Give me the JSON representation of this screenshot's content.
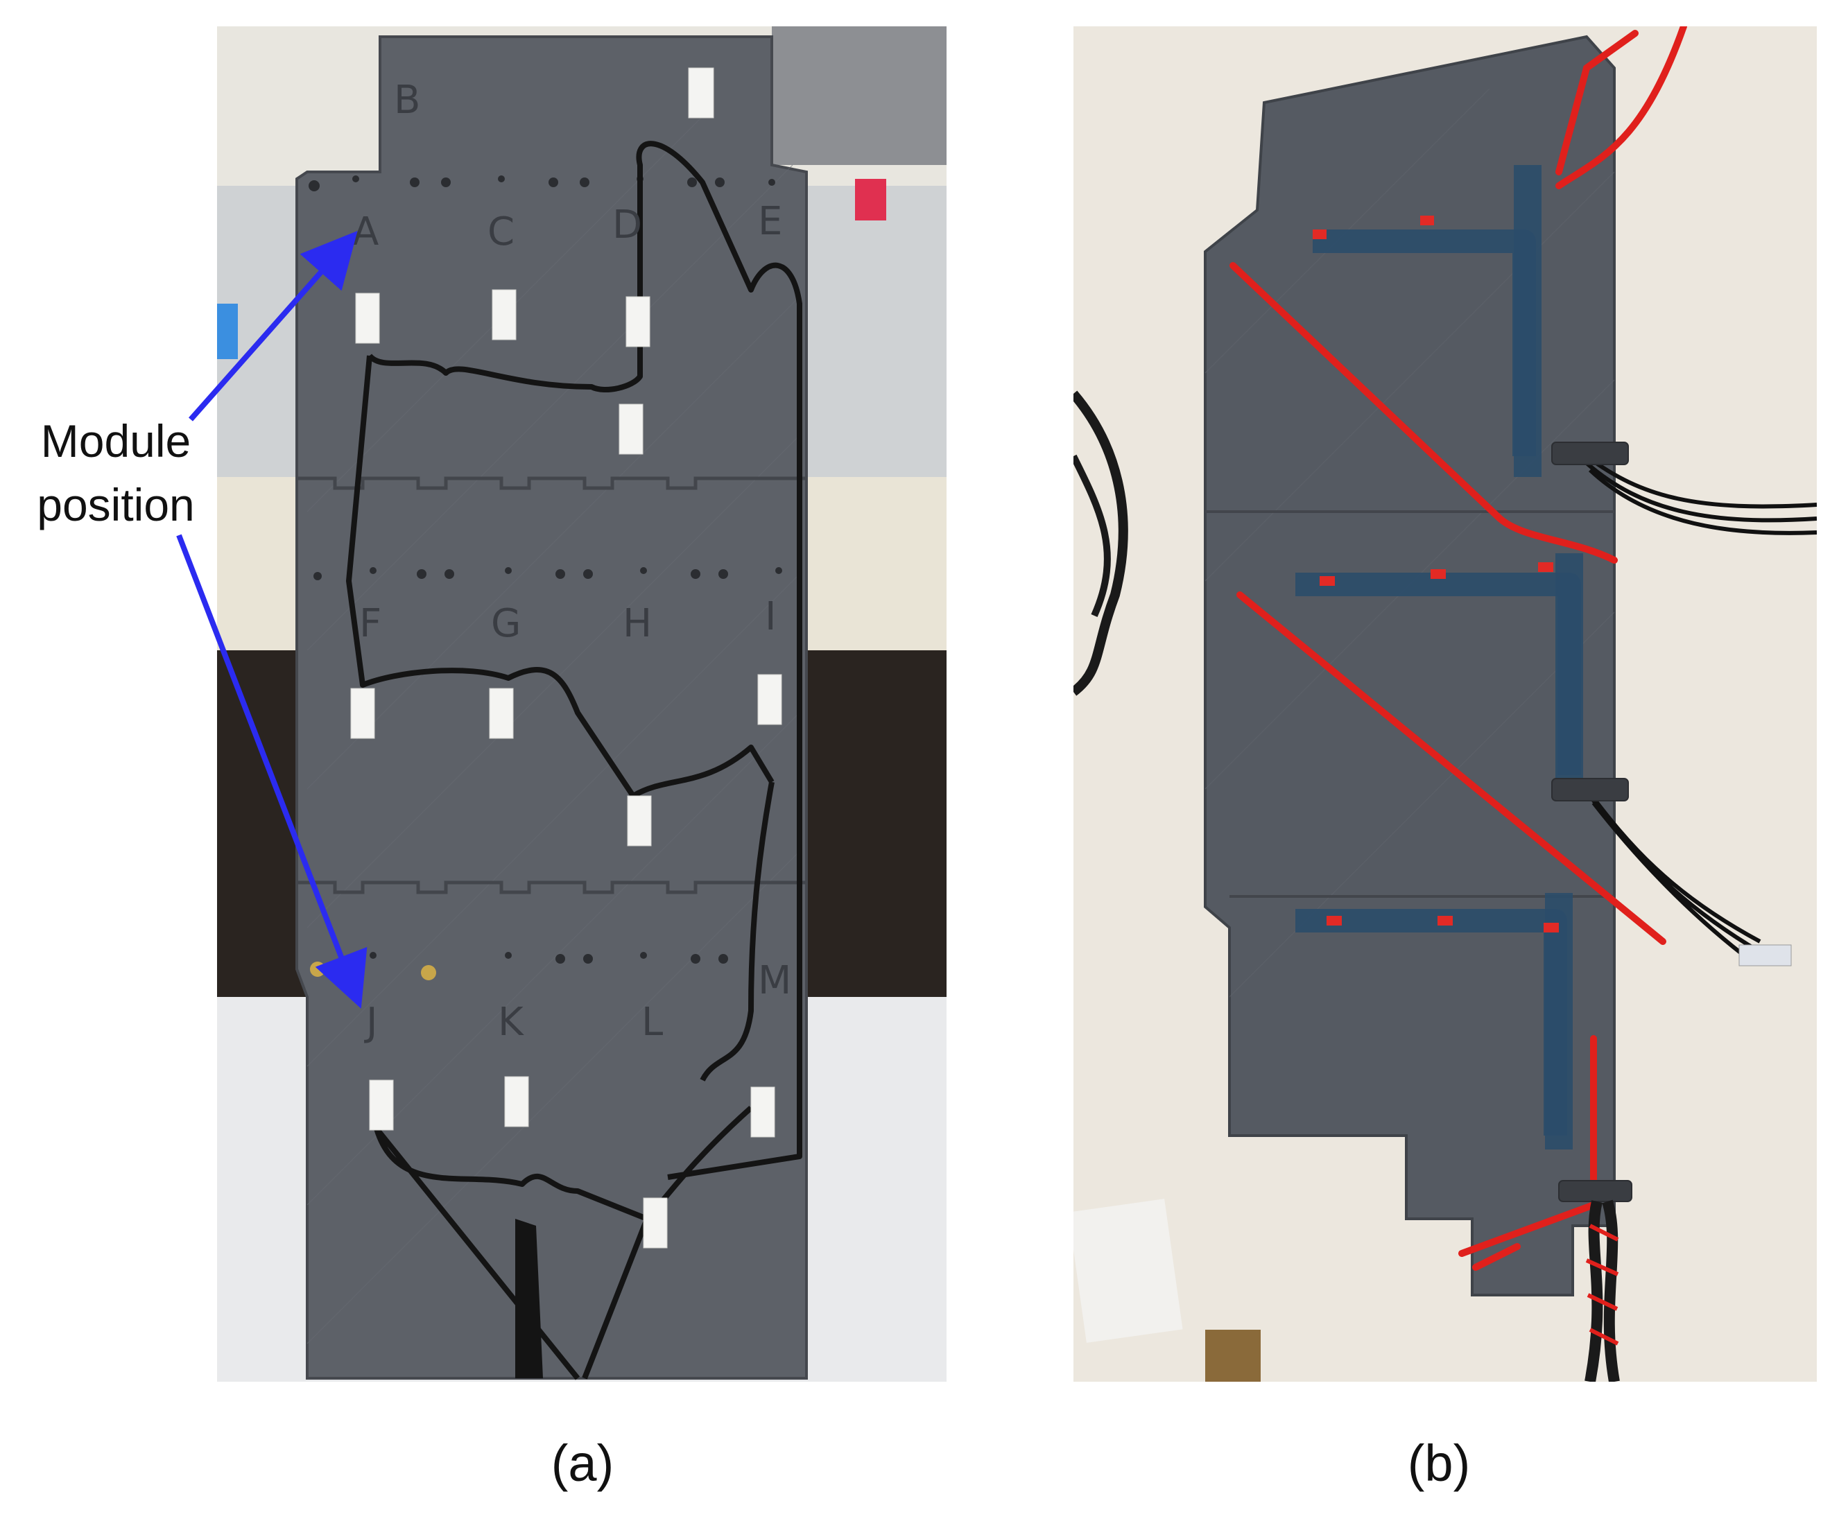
{
  "figure": {
    "panel_a": {
      "caption": "(a)",
      "module_letters": [
        "B",
        "A",
        "C",
        "D",
        "E",
        "F",
        "G",
        "H",
        "I",
        "J",
        "K",
        "L",
        "M"
      ]
    },
    "panel_b": {
      "caption": "(b)"
    },
    "callout": {
      "line1": "Module",
      "line2": "position",
      "arrow_color": "#2b2bf0"
    },
    "colors": {
      "board": "#5d6168",
      "board_dark": "#4c5057",
      "cable_black": "#141414",
      "cable_red": "#e0201c"
    }
  }
}
